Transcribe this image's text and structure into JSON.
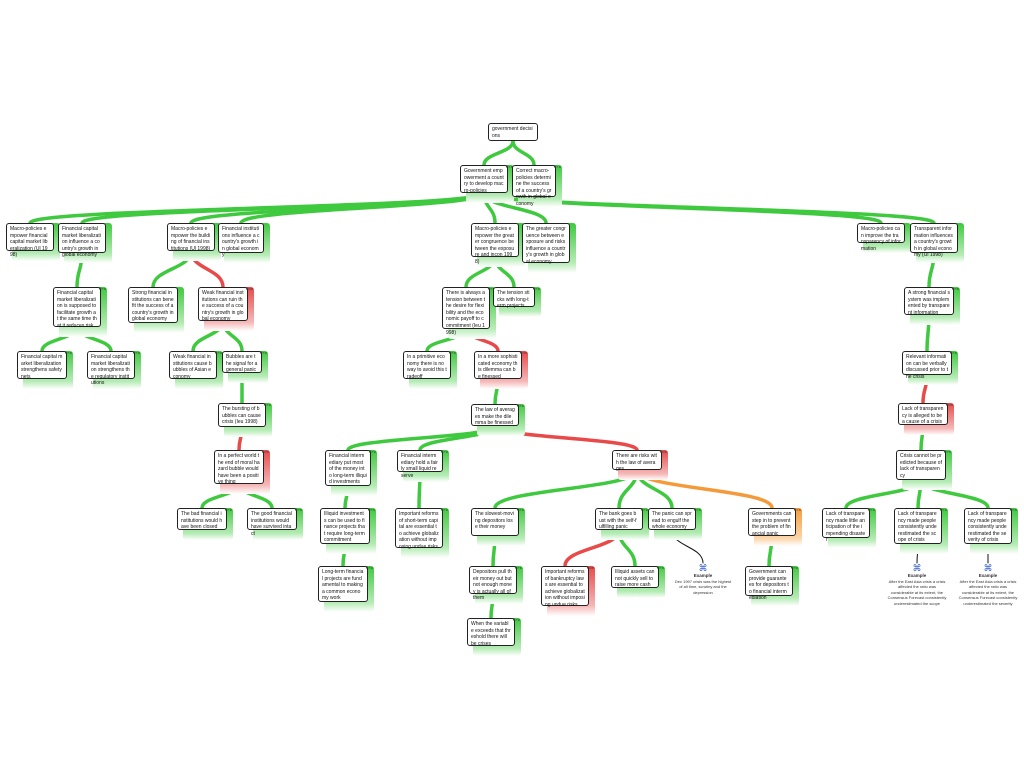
{
  "diagram": {
    "root": "government decisions",
    "edge_colors": {
      "pro": "#3fc93f",
      "con": "#e84a4a",
      "qualify": "#f59a3a",
      "example": "#111111"
    },
    "nodes": [
      {
        "id": "root",
        "text": "government decisions",
        "tone": "n",
        "tag": ""
      },
      {
        "id": "n1",
        "text": "Government empowerment a country to develop macro-policies",
        "tone": "g",
        "tag": "Pro"
      },
      {
        "id": "n2",
        "text": "Correct macro-policies determine the success of a country's growth in global economy",
        "tone": "g",
        "tag": "Pro"
      },
      {
        "id": "a1",
        "text": "Macro-policies empower financial capital market liberalization (Ul 1998)",
        "tone": "g",
        "tag": ""
      },
      {
        "id": "a2",
        "text": "Financial capital market liberalization influence a country's growth in global economy",
        "tone": "g",
        "tag": ""
      },
      {
        "id": "b1",
        "text": "Macro-policies empower the building of financial institutions (Ul 1998)",
        "tone": "g",
        "tag": ""
      },
      {
        "id": "b2",
        "text": "Financial institutions influence a country's growth in global economy",
        "tone": "g",
        "tag": ""
      },
      {
        "id": "c1",
        "text": "Macro-policies empower the greater congruence between the exposure and incon 1998)",
        "tone": "g",
        "tag": ""
      },
      {
        "id": "c2",
        "text": "The greater congruence between exposure and risks influence a country's growth in global economy",
        "tone": "g",
        "tag": ""
      },
      {
        "id": "d1",
        "text": "Macro-policies can improve the transparency of information",
        "tone": "g",
        "tag": ""
      },
      {
        "id": "d2",
        "text": "Transparent information influences a country's growth in global economy (Ul 1998)",
        "tone": "g",
        "tag": ""
      },
      {
        "id": "a3",
        "text": "Financial capital market liberalization is supposed to facilitate growth at the same time that it reduces risk",
        "tone": "g",
        "tag": "Pro"
      },
      {
        "id": "a4",
        "text": "Financial capital market liberalization strengthens safety nets",
        "tone": "g",
        "tag": "Pro"
      },
      {
        "id": "a5",
        "text": "Financial capital market liberalization strengthens the regulatory institutions",
        "tone": "g",
        "tag": "Pro"
      },
      {
        "id": "b3",
        "text": "Strong financial institutions can benefit the success of a country's growth in global economy",
        "tone": "g",
        "tag": ""
      },
      {
        "id": "b4",
        "text": "Weak financial institutions can ruin the success of a country's growth in global economy",
        "tone": "r",
        "tag": "Con"
      },
      {
        "id": "b5",
        "text": "Weak financial institutions cause bubbles of Asian economy",
        "tone": "g",
        "tag": "Pro"
      },
      {
        "id": "b6",
        "text": "Bubbles are the signal for a general panic",
        "tone": "g",
        "tag": "Pro"
      },
      {
        "id": "b7",
        "text": "The bursting of bubbles can cause crisis (Ieu 1998)",
        "tone": "g",
        "tag": "Pro"
      },
      {
        "id": "b8",
        "text": "In a perfect world the end of moral hazard bubble would have been a positive thing",
        "tone": "r",
        "tag": "Con"
      },
      {
        "id": "b9",
        "text": "The bad financial institutions would have been closed",
        "tone": "g",
        "tag": "Pro"
      },
      {
        "id": "b10",
        "text": "The good financial institutions would have survived intact",
        "tone": "g",
        "tag": "Pro"
      },
      {
        "id": "c3",
        "text": "There is always a tension between the desire for flexibility and the economic payoff to commitment (Ieu 1998)",
        "tone": "g",
        "tag": "Pro"
      },
      {
        "id": "c4",
        "text": "The tension sticks with long-term projects",
        "tone": "g",
        "tag": "Pro"
      },
      {
        "id": "c5",
        "text": "In a primitive economy there is no way to avoid this tradeoff",
        "tone": "g",
        "tag": "Pro"
      },
      {
        "id": "c6",
        "text": "In a more sophisticated economy this dilemma can be finessed",
        "tone": "r",
        "tag": "Con"
      },
      {
        "id": "c7",
        "text": "The law of averages make the dilemma be finessed",
        "tone": "g",
        "tag": "Pro"
      },
      {
        "id": "c8",
        "text": "Financial intermediary put most of the money into long-term illiquid investments",
        "tone": "g",
        "tag": "Pro"
      },
      {
        "id": "c9",
        "text": "Financial intermediary hold a fairly small liquid reserve",
        "tone": "g",
        "tag": "Pro"
      },
      {
        "id": "c10",
        "text": "There are risks with the law of averages",
        "tone": "r",
        "tag": "Con"
      },
      {
        "id": "c11",
        "text": "Illiquid investments can be used to finance projects that require long-term commitment",
        "tone": "g",
        "tag": "Pro"
      },
      {
        "id": "c12",
        "text": "Long-term financial projects are fundamental to making a common economy work",
        "tone": "g",
        "tag": "Pro"
      },
      {
        "id": "c13",
        "text": "Important reforms of short-term capital are essential to achieve globalization without imposing undue risks",
        "tone": "g",
        "tag": "Pro"
      },
      {
        "id": "c14",
        "text": "The slowest-moving depositors lose their money",
        "tone": "g",
        "tag": "Pro"
      },
      {
        "id": "c15",
        "text": "Depositors pull their money out but not enough money is actually all of them",
        "tone": "g",
        "tag": "Pro"
      },
      {
        "id": "c16",
        "text": "When the variable exceeds that threshold there will be crises",
        "tone": "g",
        "tag": "Pro"
      },
      {
        "id": "c17",
        "text": "The bank goes bust with the self-fulfilling panic",
        "tone": "g",
        "tag": "Pro"
      },
      {
        "id": "c18",
        "text": "The panic can spread to engulf the whole economy",
        "tone": "g",
        "tag": "Pro"
      },
      {
        "id": "c19",
        "text": "Important reforms of bankruptcy laws are essential to achieve globalization without imposing undue risks",
        "tone": "r",
        "tag": "Con"
      },
      {
        "id": "c20",
        "text": "Illiquid assets cannot quickly sell to raise more cash",
        "tone": "g",
        "tag": "Pro"
      },
      {
        "id": "c21",
        "text": "Governments can step in to prevent the problem of financial panic",
        "tone": "o",
        "tag": "Pro"
      },
      {
        "id": "c22",
        "text": "Government can provide guarantees for depositors to financial intermediation",
        "tone": "g",
        "tag": "Pro"
      },
      {
        "id": "d3",
        "text": "A strong financial system was implemented by transparent information",
        "tone": "g",
        "tag": "Pro"
      },
      {
        "id": "d4",
        "text": "Relevant information can be verbally discussed prior to the crisis",
        "tone": "g",
        "tag": "Pro"
      },
      {
        "id": "d5",
        "text": "Lack of transparency is alleged to be a cause of a crisis",
        "tone": "r",
        "tag": "Con"
      },
      {
        "id": "d6",
        "text": "Crisis cannot be predicted because of lack of transparency",
        "tone": "g",
        "tag": "Pro"
      },
      {
        "id": "d7",
        "text": "Lack of transparency made little anticipation of the impending disaster",
        "tone": "g",
        "tag": "Pro"
      },
      {
        "id": "d8",
        "text": "Lack of transparency made people consistently underestimated the scope of crisis",
        "tone": "g",
        "tag": "Pro"
      },
      {
        "id": "d9",
        "text": "Lack of transparency made people consistently underestimated the severity of crisis",
        "tone": "g",
        "tag": "Pro"
      }
    ],
    "examples": [
      {
        "id": "e1",
        "title": "Example",
        "text": "Dec 1997 crisis was the highest of all time, scrutiny and the depression"
      },
      {
        "id": "e2",
        "title": "Example",
        "text": "After the East Asia crisis a crisis affected the ratio was considerable at its extent, the Consensus Forecast consistently underestimated the scope"
      },
      {
        "id": "e3",
        "title": "Example",
        "text": "After the East Asia crisis a crisis affected the ratio was considerable at its extent, the Consensus Forecast consistently underestimated the severity"
      }
    ]
  }
}
